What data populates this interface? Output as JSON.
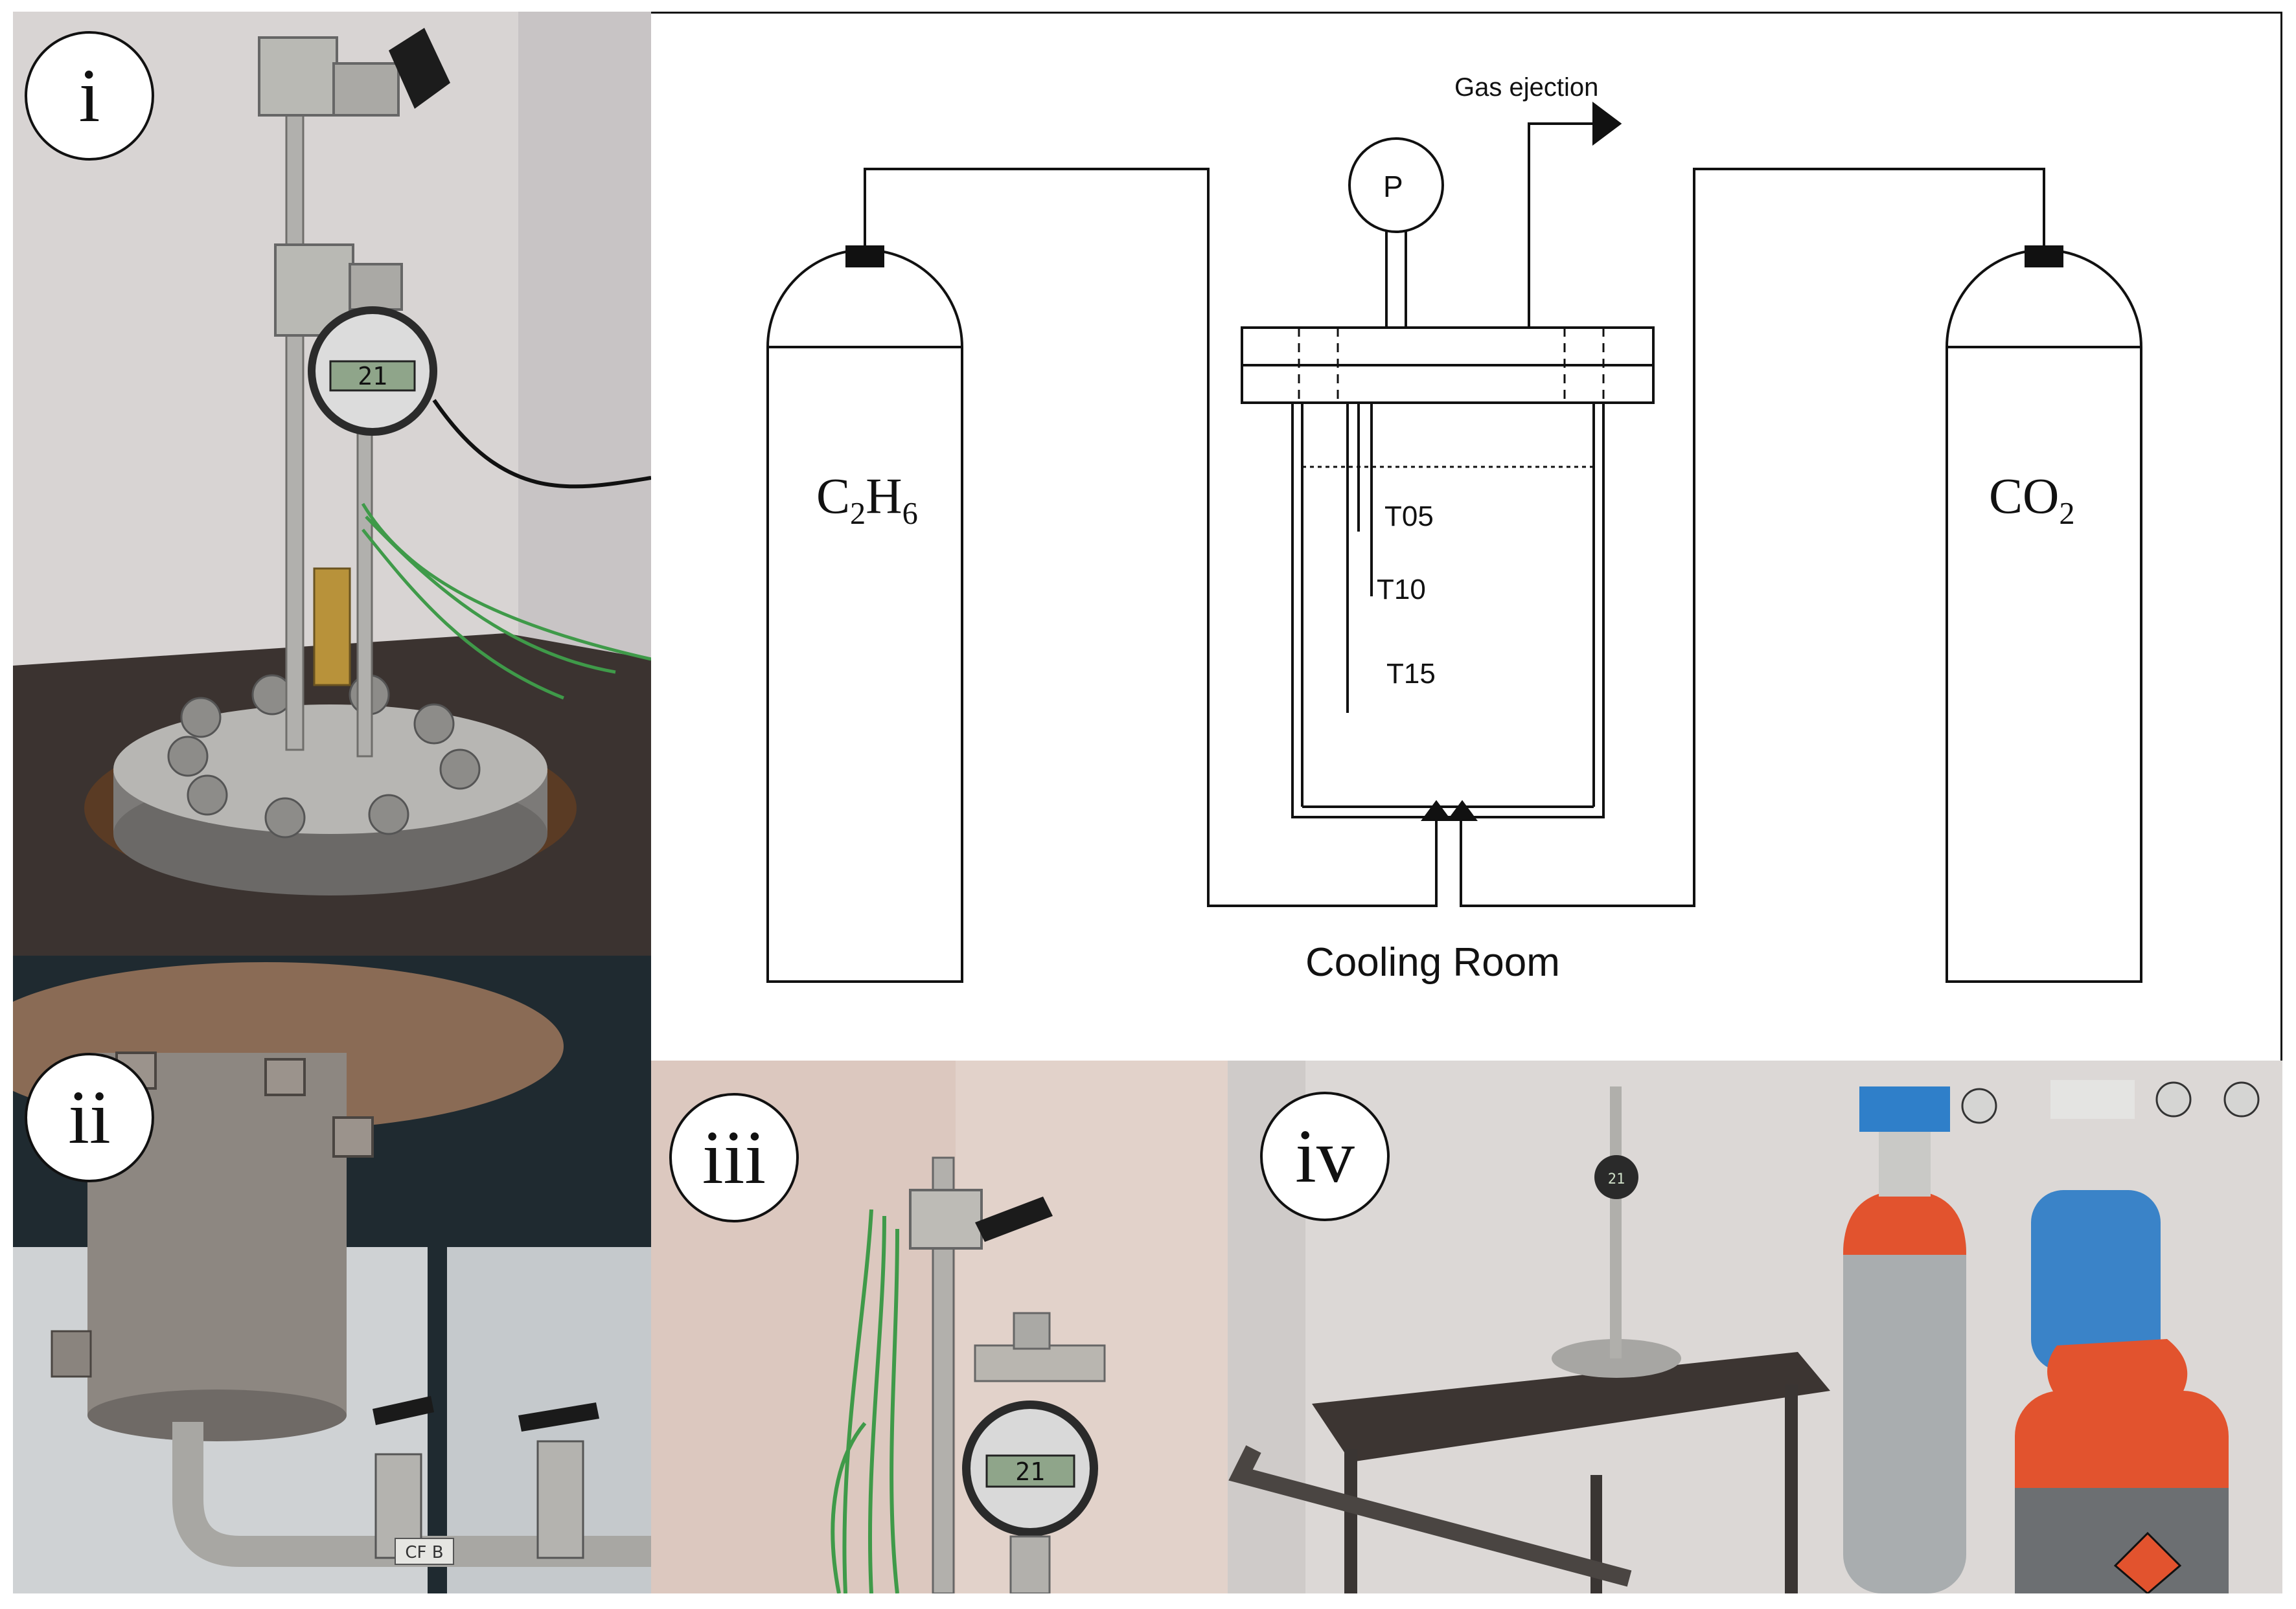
{
  "panels": {
    "i": {
      "badge": "i"
    },
    "ii": {
      "badge": "ii"
    },
    "iii": {
      "badge": "iii"
    },
    "iv": {
      "badge": "iv"
    }
  },
  "photos": {
    "i": {
      "gauge_reading": "21"
    },
    "ii": {
      "tag_text": "CF B"
    },
    "iii": {
      "gauge_reading": "21"
    },
    "iv": {
      "gauge_reading": "21"
    }
  },
  "diagram": {
    "gas_ejection": "Gas ejection",
    "pressure_gauge": "P",
    "left_cylinder": {
      "formula_base_1": "C",
      "sub_1": "2",
      "formula_base_2": "H",
      "sub_2": "6"
    },
    "right_cylinder": {
      "formula_base": "CO",
      "sub": "2"
    },
    "thermocouples": [
      "T05",
      "T10",
      "T15"
    ],
    "room_label": "Cooling Room"
  },
  "colors": {
    "outline": "#111111",
    "steel": "#b9b9b4",
    "wall": "#d9d4d0",
    "table": "#3a3431",
    "blue_cap": "#2f7fc9",
    "red_cylinder": "#e2532e",
    "wire": "#3f9a49"
  }
}
